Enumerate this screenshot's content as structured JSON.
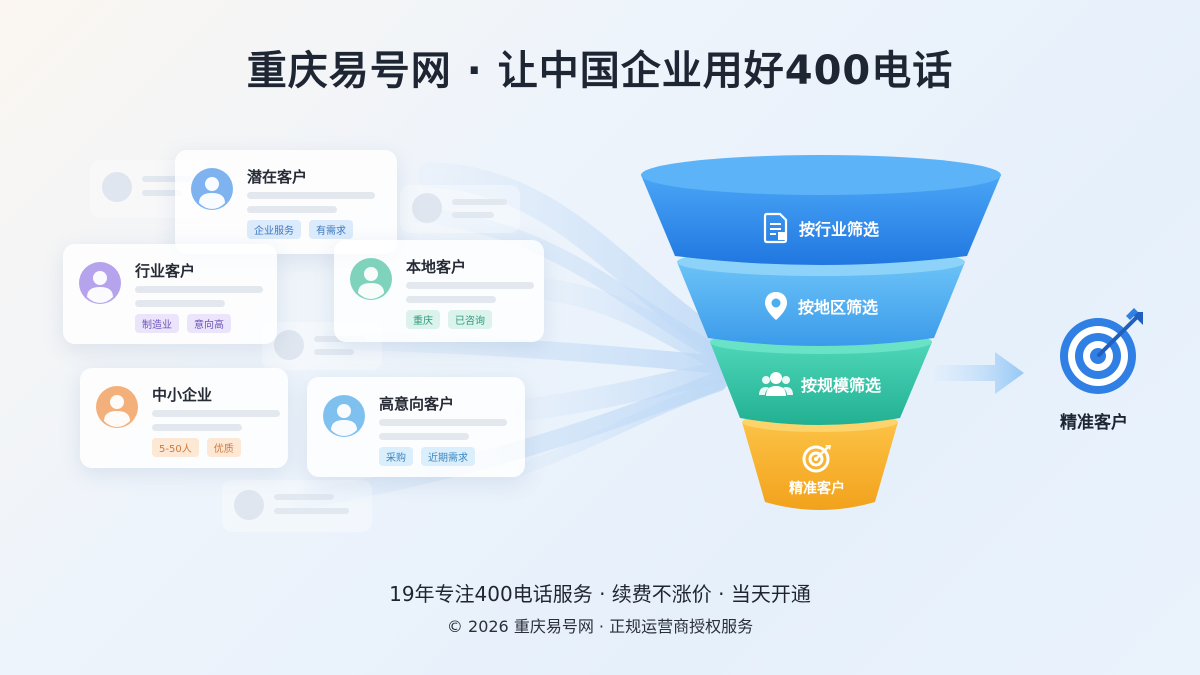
{
  "header": {
    "title": "重庆易号网 · 让中国企业用好400电话"
  },
  "cards": [
    {
      "name": "潜在客户",
      "tags": [
        "企业服务",
        "有需求"
      ],
      "avatar_color": "#7eb3f0",
      "tag_bg": "#dcebfb",
      "tag_fg": "#3b78c4"
    },
    {
      "name": "行业客户",
      "tags": [
        "制造业",
        "意向高"
      ],
      "avatar_color": "#b5a3ec",
      "tag_bg": "#ebe4fb",
      "tag_fg": "#6b55b8"
    },
    {
      "name": "本地客户",
      "tags": [
        "重庆",
        "已咨询"
      ],
      "avatar_color": "#7fd3bd",
      "tag_bg": "#dcf3ec",
      "tag_fg": "#2e9a7c"
    },
    {
      "name": "中小企业",
      "tags": [
        "5-50人",
        "优质"
      ],
      "avatar_color": "#f4b07a",
      "tag_bg": "#fde7d5",
      "tag_fg": "#cf7a3a"
    },
    {
      "name": "高意向客户",
      "tags": [
        "采购",
        "近期需求"
      ],
      "avatar_color": "#7fc1ee",
      "tag_bg": "#dbeefb",
      "tag_fg": "#3a86c0"
    }
  ],
  "funnel": {
    "stages": [
      {
        "label": "按行业筛选",
        "icon": "document-icon",
        "color": "#2f8df0"
      },
      {
        "label": "按地区筛选",
        "icon": "location-pin-icon",
        "color": "#4aaef2"
      },
      {
        "label": "按规模筛选",
        "icon": "group-icon",
        "color": "#2fc3a6"
      },
      {
        "label": "精准客户",
        "icon": "target-icon",
        "color": "#f6ae2d"
      }
    ]
  },
  "result": {
    "label": "精准客户",
    "icon": "target-arrow-icon"
  },
  "footer": {
    "line1": "19年专注400电话服务 · 续费不涨价 · 当天开通",
    "line2": "© 2026 重庆易号网 · 正规运营商授权服务"
  }
}
